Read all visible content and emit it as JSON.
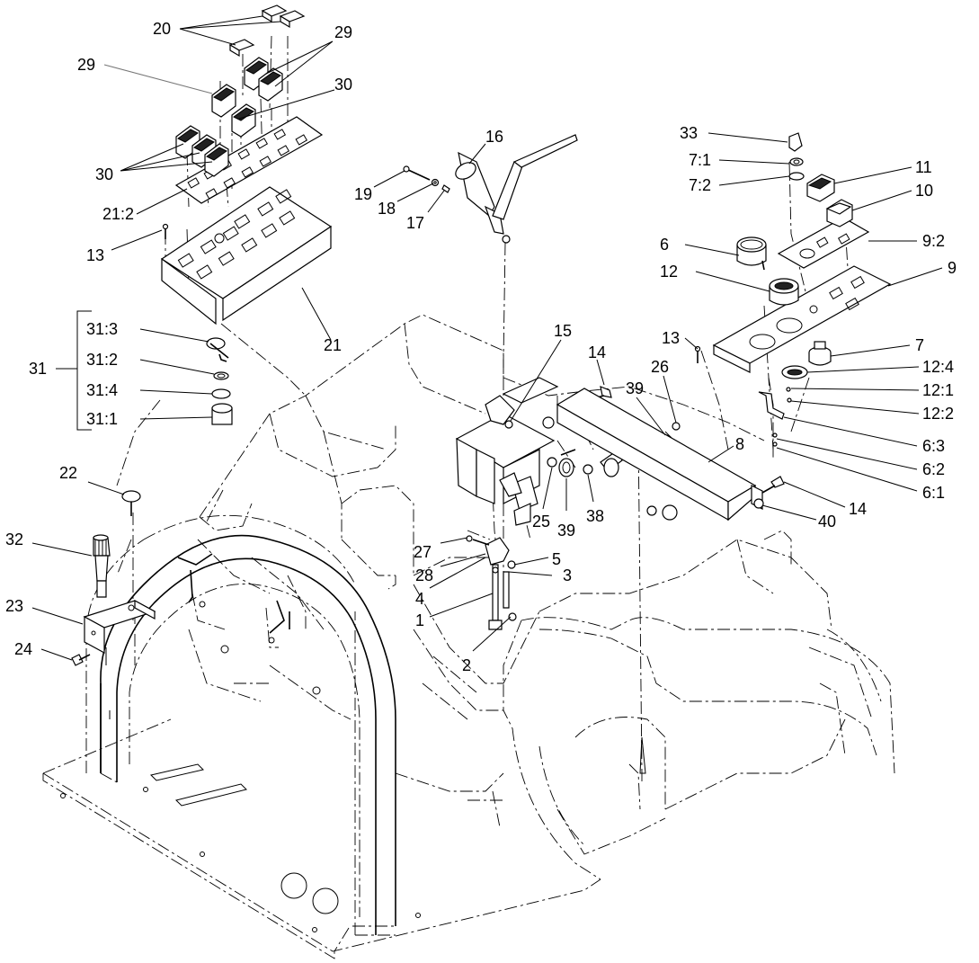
{
  "labels": {
    "l20": "20",
    "l29a": "29",
    "l29b": "29",
    "l30a": "30",
    "l30b": "30",
    "l21_2": "21:2",
    "l13a": "13",
    "l21": "21",
    "l31": "31",
    "l31_3": "31:3",
    "l31_2": "31:2",
    "l31_4": "31:4",
    "l31_1": "31:1",
    "l22": "22",
    "l32": "32",
    "l23": "23",
    "l24": "24",
    "l16": "16",
    "l19": "19",
    "l18": "18",
    "l17": "17",
    "l15": "15",
    "l14a": "14",
    "l39a": "39",
    "l26": "26",
    "l25": "25",
    "l39b": "39",
    "l38": "38",
    "l27": "27",
    "l28": "28",
    "l5": "5",
    "l3": "3",
    "l4": "4",
    "l1": "1",
    "l2": "2",
    "l33": "33",
    "l7_1": "7:1",
    "l7_2": "7:2",
    "l11": "11",
    "l10": "10",
    "l9_2": "9:2",
    "l6": "6",
    "l12": "12",
    "l9": "9",
    "l13b": "13",
    "l7": "7",
    "l12_4": "12:4",
    "l12_1": "12:1",
    "l12_2": "12:2",
    "l8": "8",
    "l6_3": "6:3",
    "l6_2": "6:2",
    "l6_1": "6:1",
    "l14b": "14",
    "l40": "40"
  },
  "icons": [
    "rocker-switch-icon",
    "key-switch-icon",
    "hour-meter-icon",
    "gauge-icon",
    "lever-icon",
    "bolt-icon"
  ]
}
